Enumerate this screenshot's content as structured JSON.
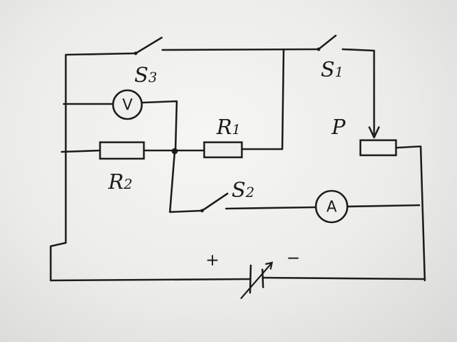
{
  "labels": {
    "s1": {
      "letter": "S",
      "sub": "1"
    },
    "s2": {
      "letter": "S",
      "sub": "2"
    },
    "s3": {
      "letter": "S",
      "sub": "3"
    },
    "r1": {
      "letter": "R",
      "sub": "1"
    },
    "r2": {
      "letter": "R",
      "sub": "2"
    },
    "p": "P",
    "voltmeter": "V",
    "ammeter": "A",
    "battery_plus": "+",
    "battery_minus": "−"
  }
}
